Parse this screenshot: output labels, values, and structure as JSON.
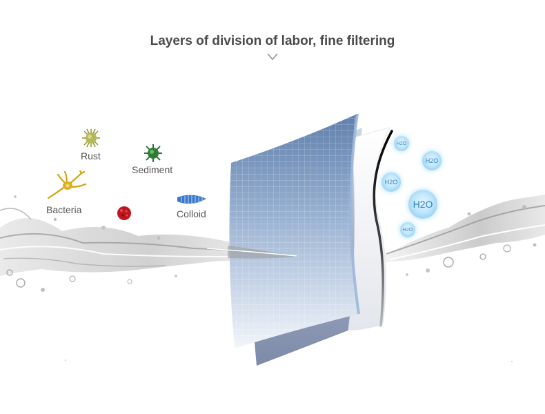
{
  "headline": "Layers of division of labor, fine filtering",
  "contaminants": {
    "rust": "Rust",
    "sediment": "Sediment",
    "bacteria": "Bacteria",
    "colloid": "Colloid"
  },
  "water_molecules": [
    "H2O",
    "H2O",
    "H2O",
    "H2O",
    "H2O"
  ],
  "colors": {
    "heading_text": "#4a4a4a",
    "filter_blue": "#6f8fb8",
    "h2o_text": "#2a7fc0",
    "rust_icon": "#a8a840",
    "sediment_icon": "#2e7d32",
    "bacteria_icon": "#d4a20a",
    "red_cell_icon": "#c0141e",
    "colloid_icon": "#3b78c8"
  },
  "icons": [
    "chevron-down-icon",
    "rust-particle-icon",
    "sediment-particle-icon",
    "bacteria-icon",
    "red-cell-icon",
    "colloid-icon"
  ]
}
